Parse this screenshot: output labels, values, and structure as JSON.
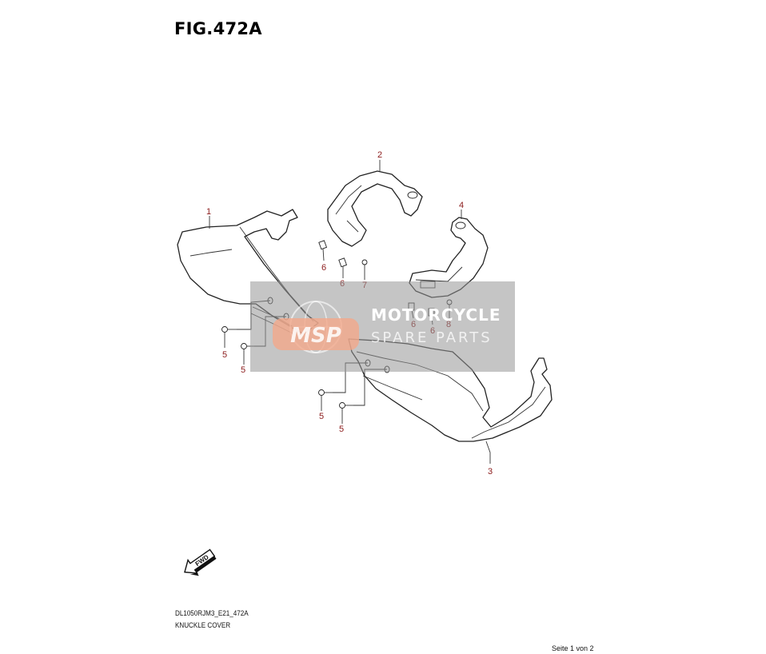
{
  "figure": {
    "title": "FIG.472A",
    "code": "DL1050RJM3_E21_472A",
    "description": "KNUCKLE COVER"
  },
  "callouts": [
    "1",
    "2",
    "3",
    "4",
    "5",
    "5",
    "5",
    "5",
    "6",
    "6",
    "6",
    "6",
    "7",
    "8"
  ],
  "direction_label": "FWD",
  "watermark": {
    "logo_text": "MSP",
    "line1": "MOTORCYCLE",
    "line2": "SPARE PARTS",
    "accent_color": "#f3a78a"
  },
  "footer": {
    "page_text": "Seite 1 von 2"
  },
  "colors": {
    "callout": "#8b1a1a",
    "line": "#222222"
  }
}
